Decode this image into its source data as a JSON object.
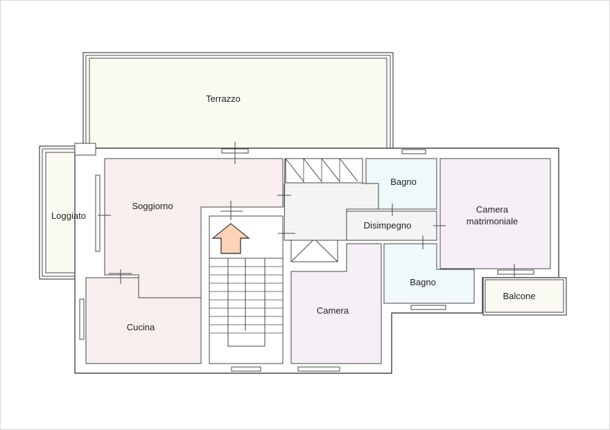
{
  "rooms": {
    "terrazzo": "Terrazzo",
    "loggiato": "Loggiato",
    "soggiorno": "Soggiorno",
    "cucina": "Cucina",
    "camera": "Camera",
    "bagno_top": "Bagno",
    "bagno_bottom": "Bagno",
    "disimpegno": "Disimpegno",
    "camera_matrimoniale_line1": "Camera",
    "camera_matrimoniale_line2": "matrimoniale",
    "balcone": "Balcone"
  },
  "colors": {
    "terrace": "#fafaf2",
    "living": "#f8eeee",
    "bedroom": "#f7eff8",
    "bath": "#eff8fb",
    "hall": "#f4f4f4",
    "wall": "#444444",
    "entry_arrow": "#fbd3b7",
    "window": "#cfe6ee"
  }
}
